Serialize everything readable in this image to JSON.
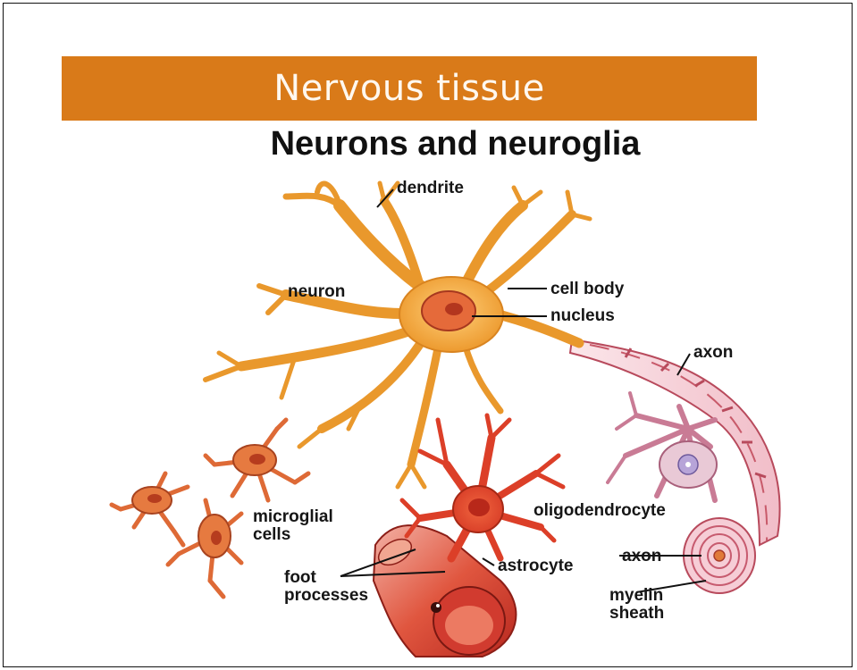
{
  "banner": {
    "title": "Nervous tissue"
  },
  "diagram": {
    "subtitle": "Neurons and neuroglia",
    "labels": {
      "dendrite": "dendrite",
      "neuron": "neuron",
      "cell_body": "cell body",
      "nucleus": "nucleus",
      "axon_top": "axon",
      "microglial_cells": "microglial\ncells",
      "oligodendrocyte": "oligodendrocyte",
      "astrocyte": "astrocyte",
      "axon_bottom": "axon",
      "foot_processes": "foot\nprocesses",
      "myelin_sheath": "myelin\nsheath"
    },
    "colors": {
      "banner": "#d97a19",
      "neuron": "#f2a53a",
      "neuron_nucleus": "#d6482a",
      "astrocyte": "#e2462e",
      "microglia": "#e07a3e",
      "oligodendrocyte": "#e7c3cf",
      "vessel": "#d9443a"
    }
  }
}
